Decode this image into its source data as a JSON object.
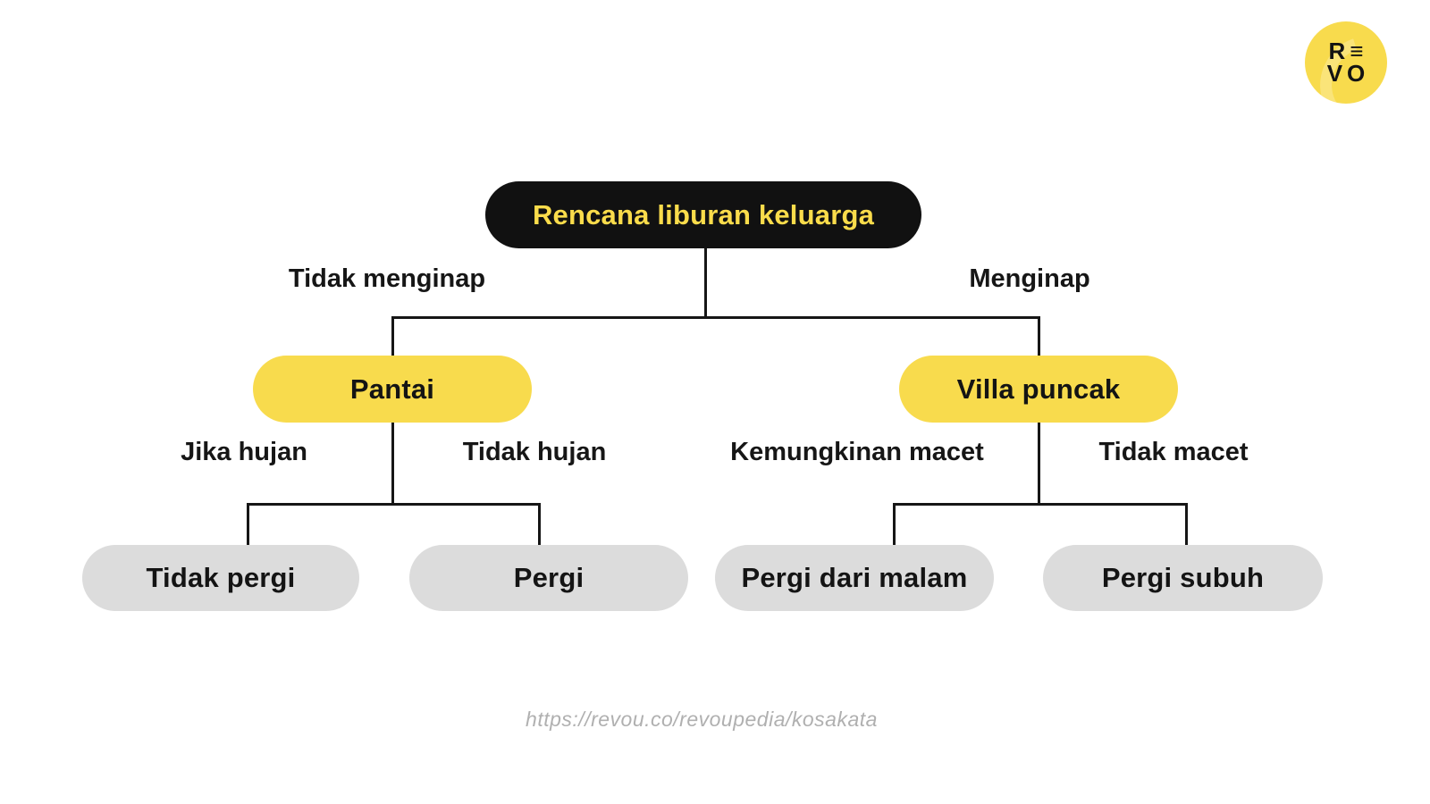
{
  "brand": {
    "logo_line1": "R≡",
    "logo_line2": "VO"
  },
  "diagram": {
    "type": "decision-tree",
    "root": "Rencana liburan keluarga",
    "branches": [
      {
        "condition": "Tidak menginap",
        "node": "Pantai",
        "children": [
          {
            "condition": "Jika hujan",
            "node": "Tidak pergi"
          },
          {
            "condition": "Tidak hujan",
            "node": "Pergi"
          }
        ]
      },
      {
        "condition": "Menginap",
        "node": "Villa puncak",
        "children": [
          {
            "condition": "Kemungkinan macet",
            "node": "Pergi dari malam"
          },
          {
            "condition": "Tidak macet",
            "node": "Pergi subuh"
          }
        ]
      }
    ]
  },
  "footer": {
    "url": "https://revou.co/revoupedia/kosakata"
  },
  "colors": {
    "accent_yellow": "#F8DB4D",
    "title_text_yellow": "#FADC4B",
    "node_black": "#111111",
    "node_gray": "#DCDCDC",
    "line": "#161616",
    "label_text": "#161616",
    "url_gray": "#B0B0B0",
    "background": "#FFFFFF"
  }
}
